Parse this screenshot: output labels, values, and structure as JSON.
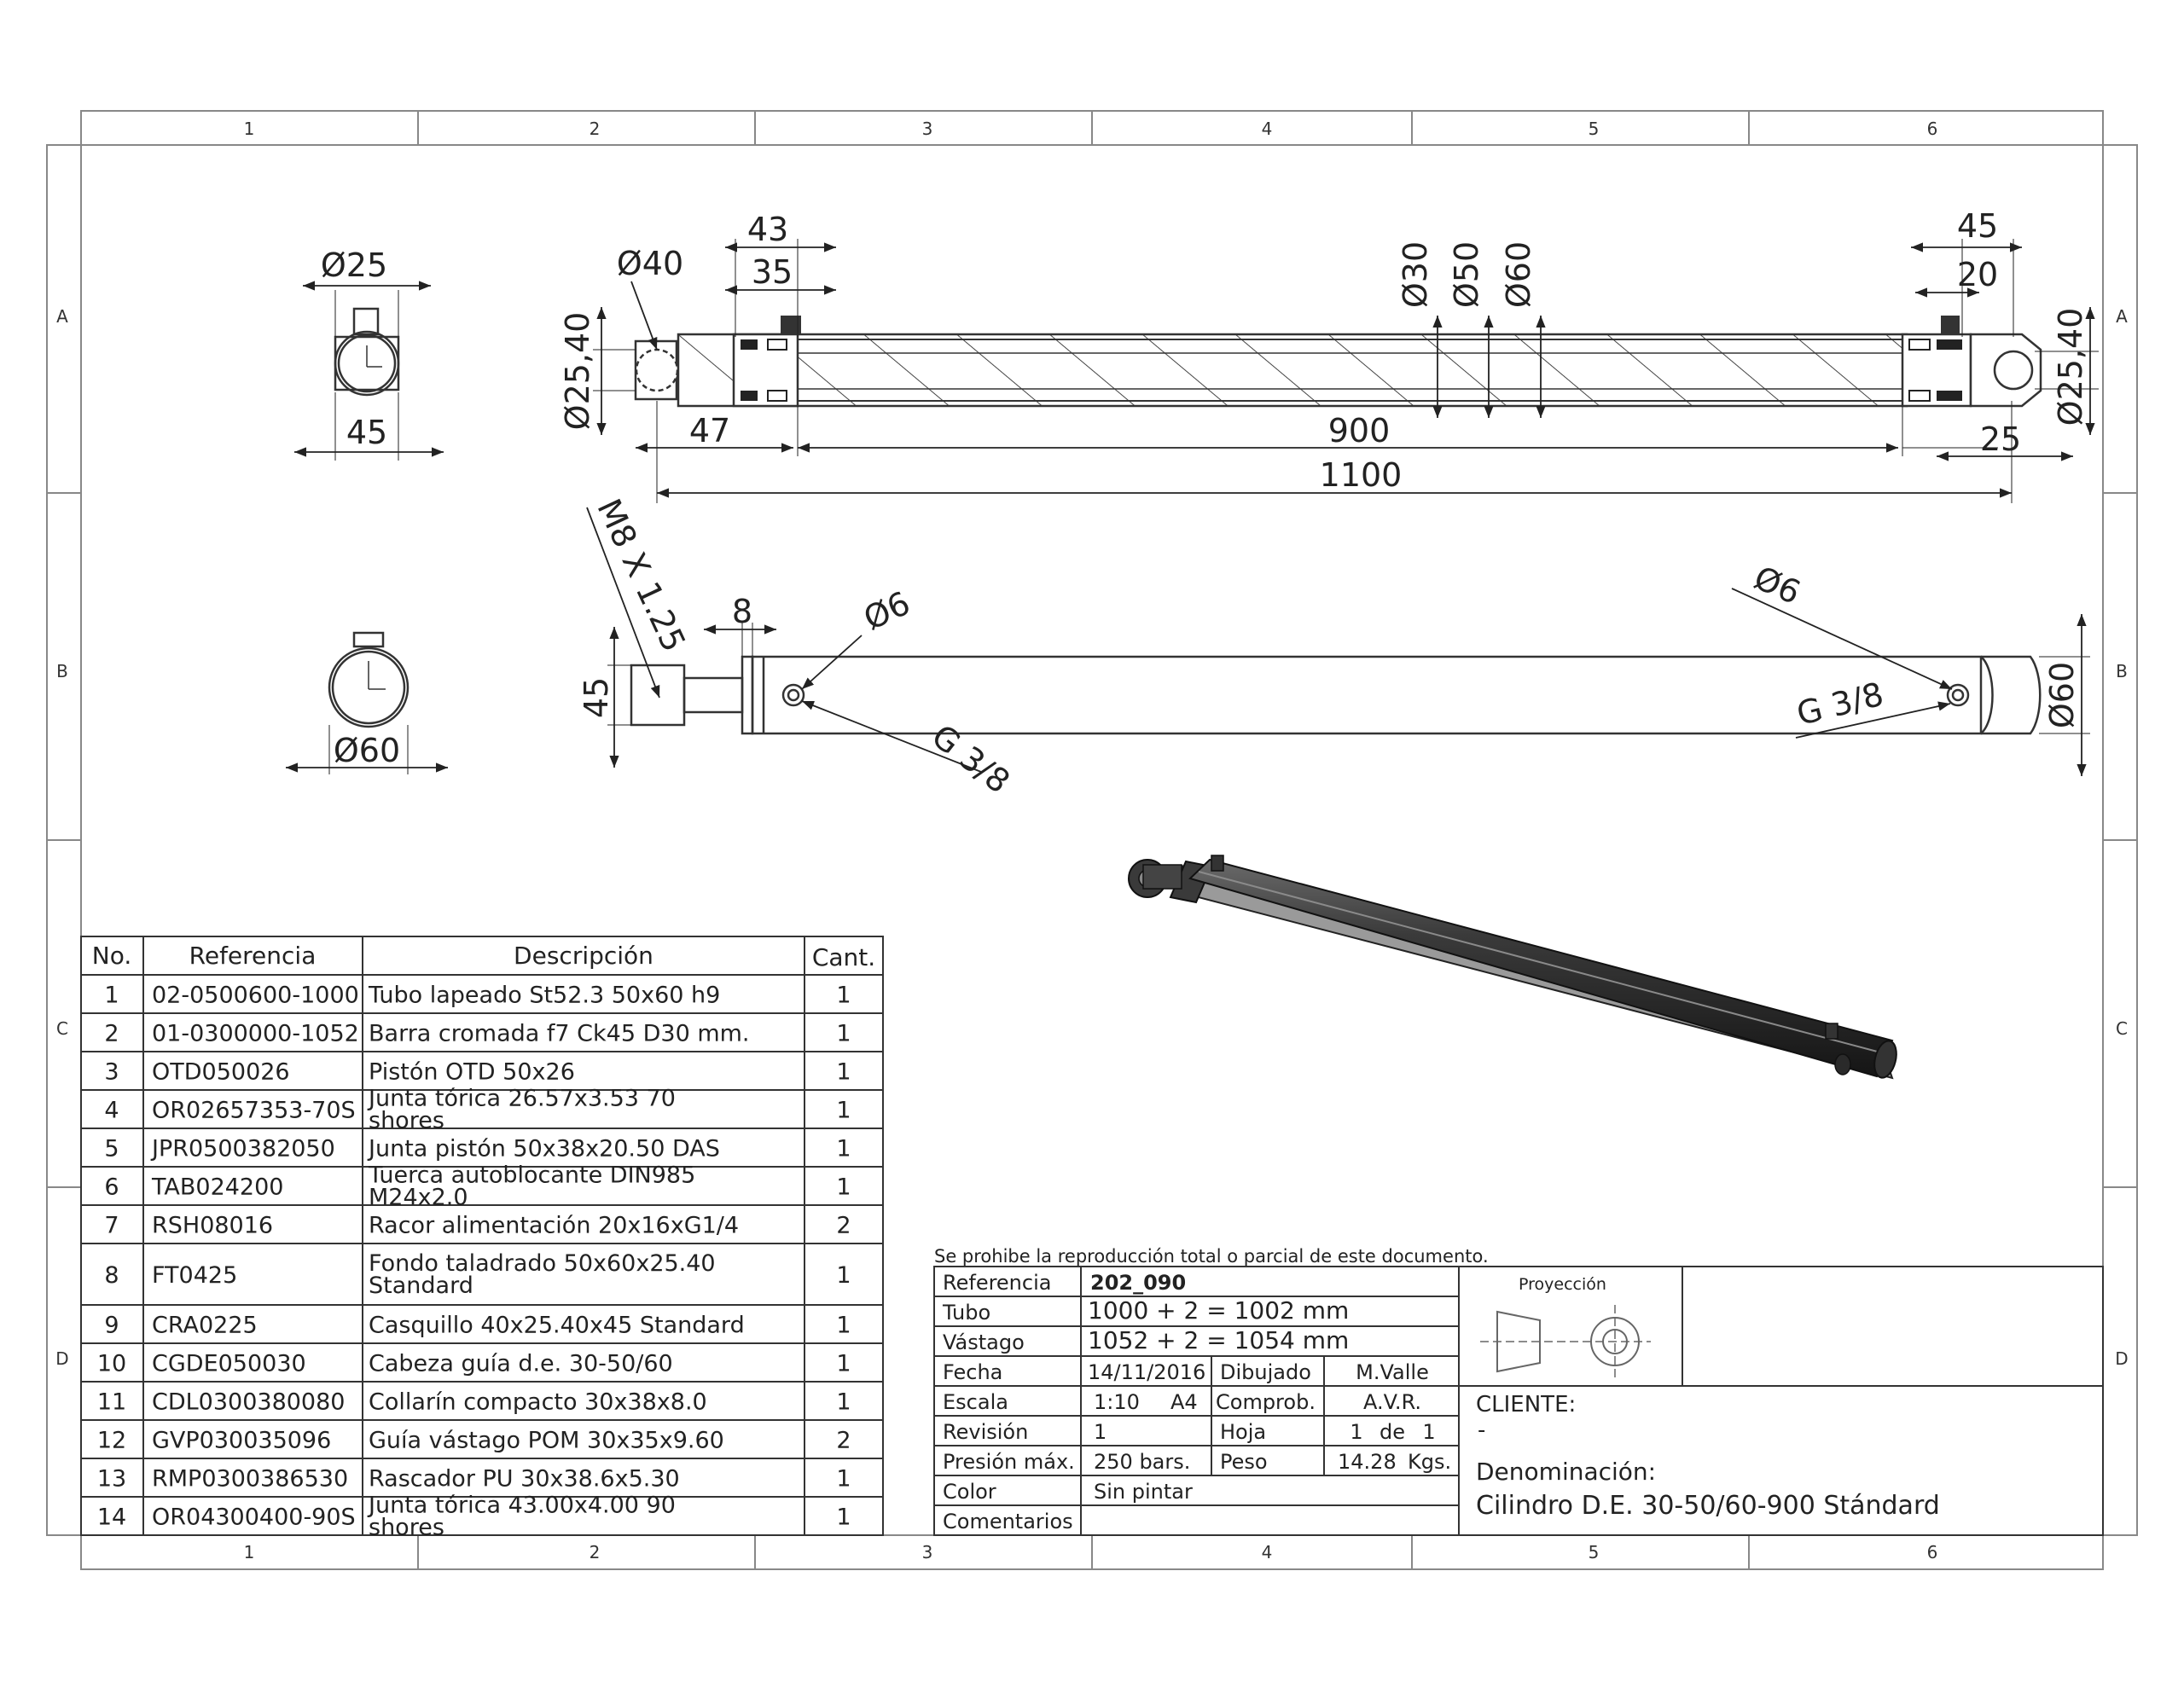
{
  "zones": {
    "columns": [
      "1",
      "2",
      "3",
      "4",
      "5",
      "6"
    ],
    "rows": [
      "A",
      "B",
      "C",
      "D"
    ]
  },
  "dimensions": {
    "rod_dia": "Ø25",
    "eye_width": "45",
    "dim_43": "43",
    "dim_35": "35",
    "pin_dia": "Ø40",
    "bore_front": "Ø25,40",
    "dim_47": "47",
    "stroke": "900",
    "overall": "1100",
    "dia_30": "Ø30",
    "dia_50": "Ø50",
    "dia_60": "Ø60",
    "dim_45_right": "45",
    "dim_20": "20",
    "bore_rear": "Ø25,40",
    "dim_25": "25",
    "thread": "M8 X 1.25",
    "dim_8": "8",
    "hole_left": "Ø6",
    "port_left": "G 3/8",
    "dim_45_side": "45",
    "hole_right": "Ø6",
    "port_right": "G 3/8",
    "tube_dia_side": "Ø60",
    "tube_dia_end": "Ø60"
  },
  "bom": {
    "headers": [
      "No.",
      "Referencia",
      "Descripción",
      "Cant."
    ],
    "rows": [
      [
        "1",
        "02-0500600-1000",
        "Tubo lapeado St52.3 50x60 h9",
        "1"
      ],
      [
        "2",
        "01-0300000-1052",
        "Barra cromada f7 Ck45 D30 mm.",
        "1"
      ],
      [
        "3",
        "OTD050026",
        "Pistón OTD 50x26",
        "1"
      ],
      [
        "4",
        "OR02657353-70S",
        "Junta tórica 26.57x3.53 70 shores",
        "1"
      ],
      [
        "5",
        "JPR0500382050",
        "Junta pistón 50x38x20.50 DAS",
        "1"
      ],
      [
        "6",
        "TAB024200",
        "Tuerca autoblocante DIN985 M24x2.0",
        "1"
      ],
      [
        "7",
        "RSH08016",
        "Racor alimentación 20x16xG1/4",
        "2"
      ],
      [
        "8",
        "FT0425",
        "Fondo taladrado 50x60x25.40 Standard",
        "1"
      ],
      [
        "9",
        "CRA0225",
        "Casquillo 40x25.40x45 Standard",
        "1"
      ],
      [
        "10",
        "CGDE050030",
        "Cabeza guía d.e. 30-50/60",
        "1"
      ],
      [
        "11",
        "CDL0300380080",
        "Collarín compacto 30x38x8.0",
        "1"
      ],
      [
        "12",
        "GVP030035096",
        "Guía vástago POM 30x35x9.60",
        "2"
      ],
      [
        "13",
        "RMP0300386530",
        "Rascador PU 30x38.6x5.30",
        "1"
      ],
      [
        "14",
        "OR04300400-90S",
        "Junta tórica 43.00x4.00 90 shores",
        "1"
      ]
    ]
  },
  "title_block": {
    "notice": "Se prohibe la reproducción total o parcial de este documento.",
    "referencia_label": "Referencia",
    "referencia": "202_090",
    "tubo_label": "Tubo",
    "tubo": "1000 + 2 = 1002 mm",
    "vastago_label": "Vástago",
    "vastago": "1052 + 2 = 1054 mm",
    "fecha_label": "Fecha",
    "fecha": "14/11/2016",
    "dibujado_label": "Dibujado",
    "dibujado": "M.Valle",
    "escala_label": "Escala",
    "escala": "1:10",
    "formato": "A4",
    "comprob_label": "Comprob.",
    "comprob": "A.V.R.",
    "revision_label": "Revisión",
    "revision": "1",
    "hoja_label": "Hoja",
    "hoja_num": "1",
    "hoja_de": "de",
    "hoja_total": "1",
    "presion_label": "Presión máx.",
    "presion": "250 bars.",
    "peso_label": "Peso",
    "peso": "14.28",
    "peso_unit": "Kgs.",
    "color_label": "Color",
    "color": "Sin pintar",
    "comentarios_label": "Comentarios",
    "proyeccion_label": "Proyección",
    "cliente_label": "CLIENTE:",
    "cliente": "-",
    "denominacion_label": "Denominación:",
    "denominacion": "Cilindro D.E. 30-50/60-900 Stándard"
  }
}
